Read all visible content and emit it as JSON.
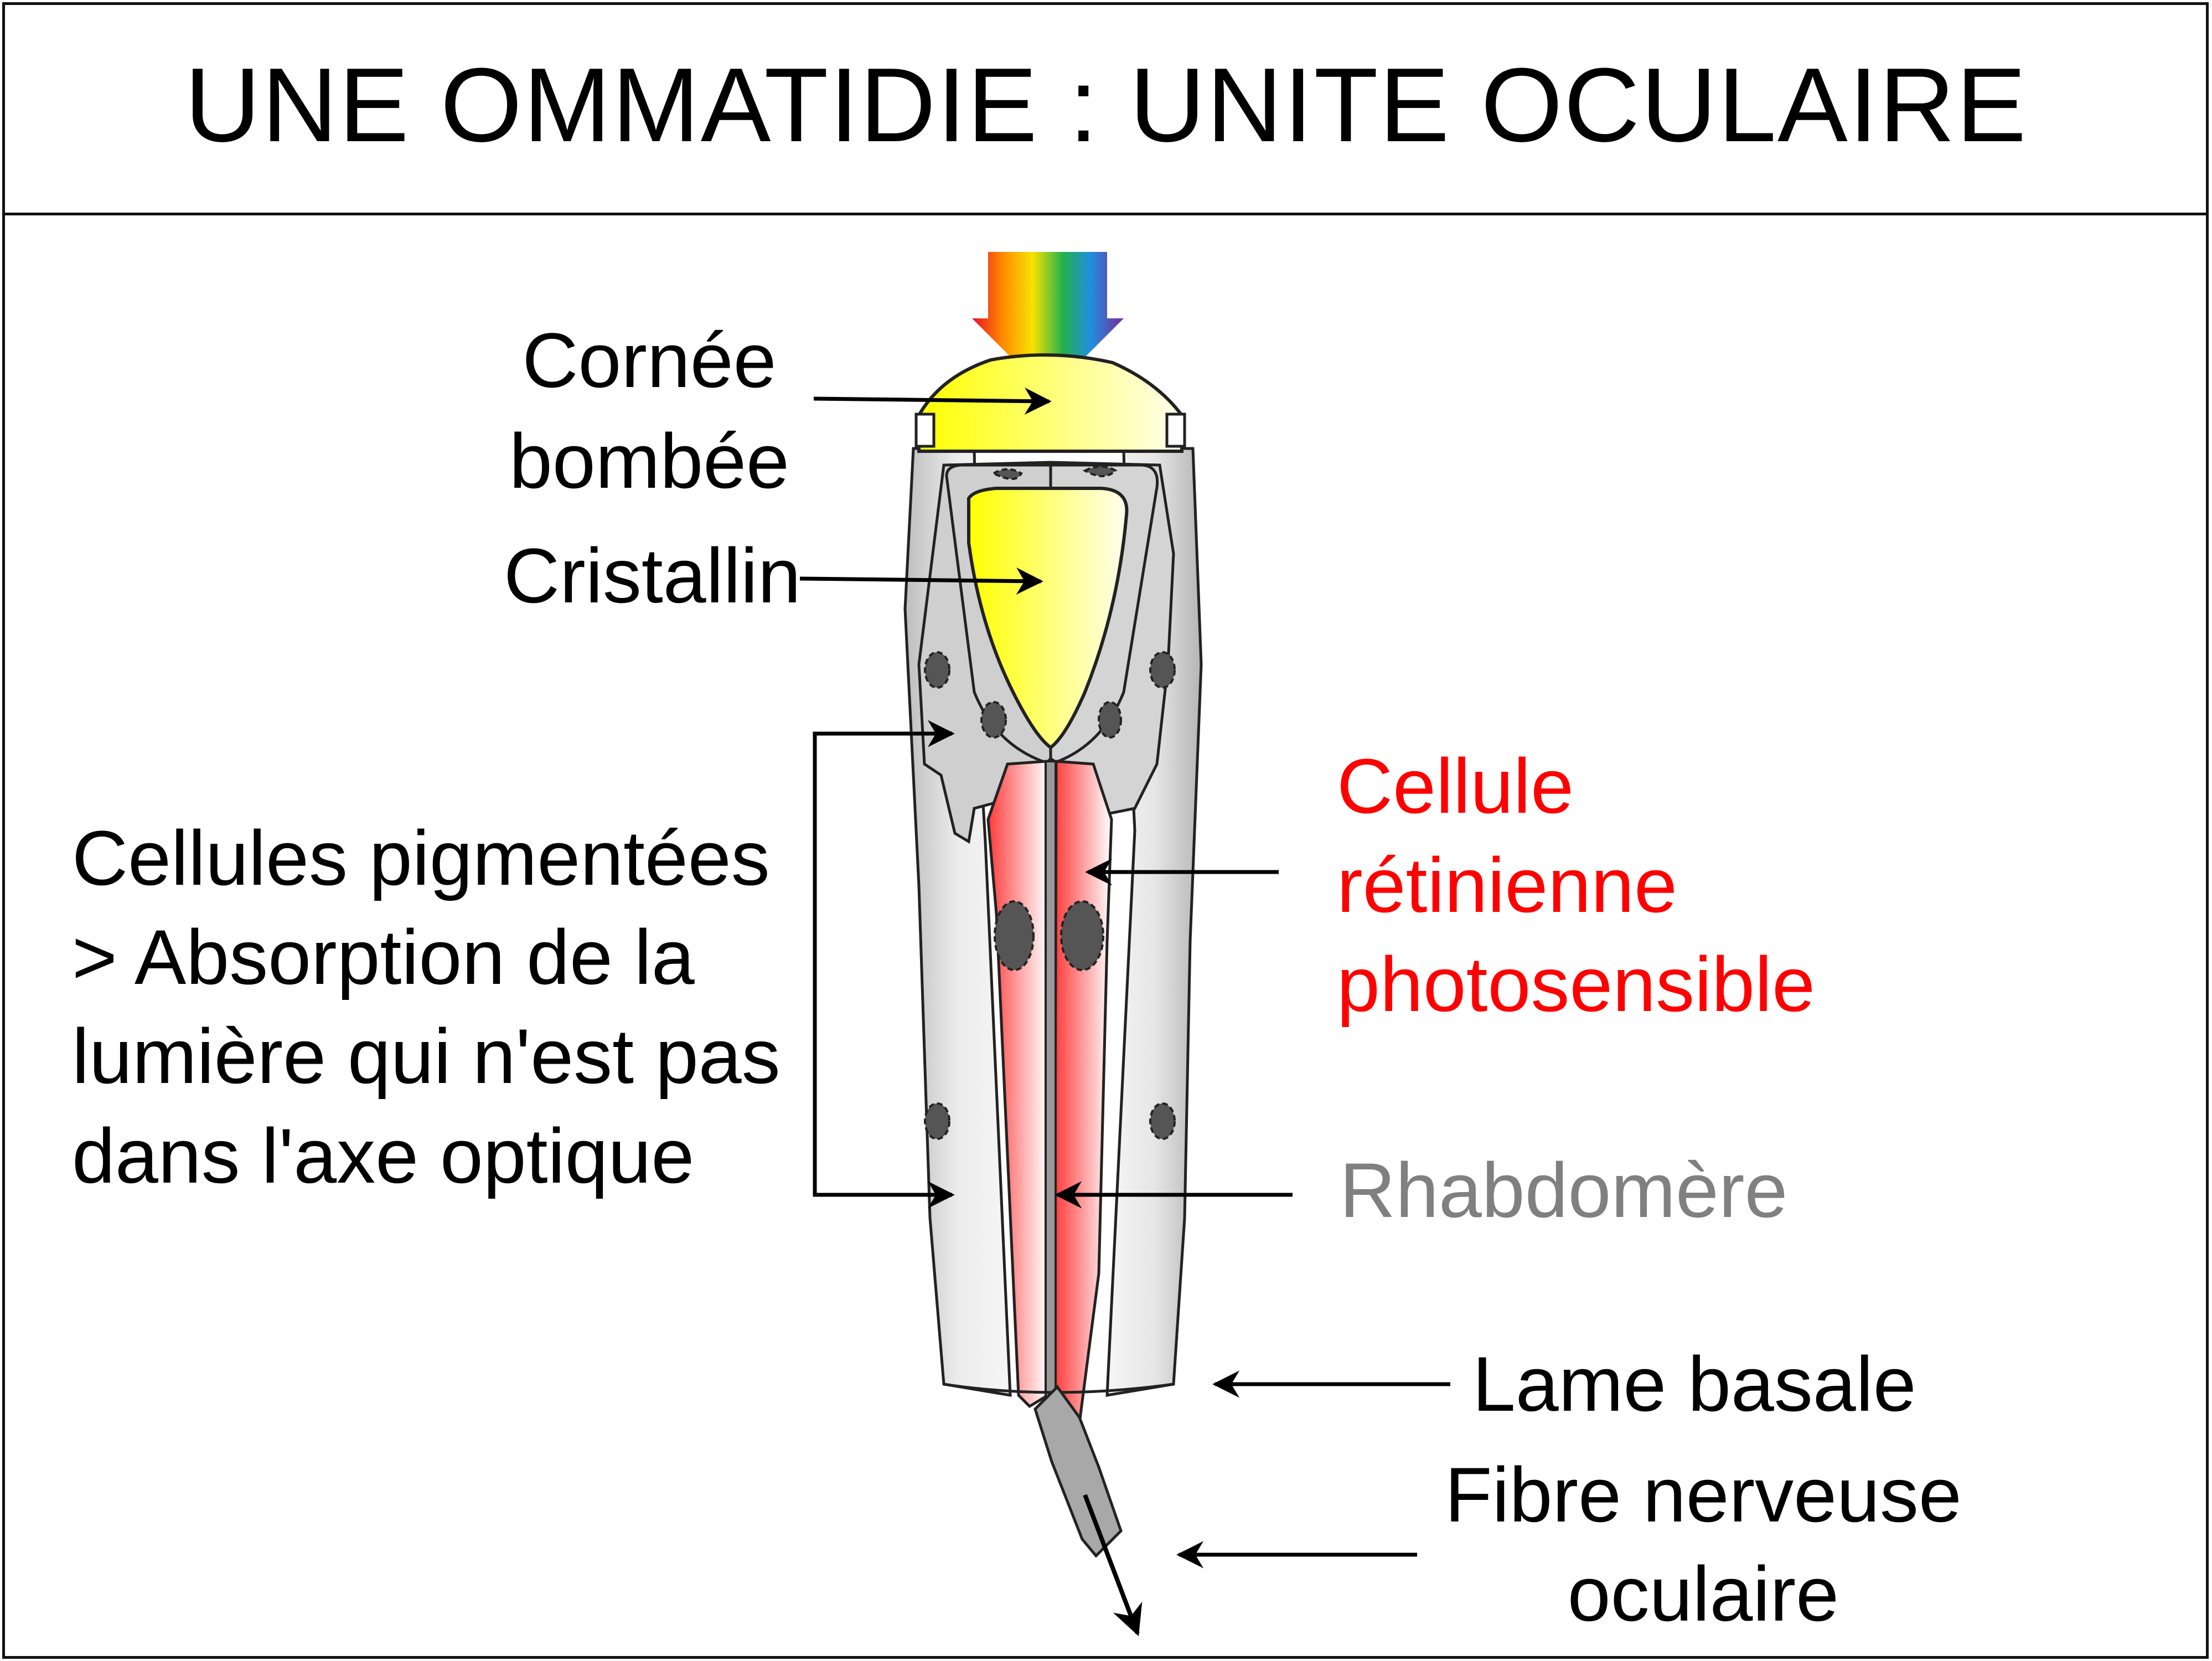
{
  "title": "UNE OMMATIDIE : UNITE OCULAIRE",
  "labels": {
    "cornea": [
      "Cornée",
      "bombée"
    ],
    "crystalline": "Cristallin",
    "pigment_cells": [
      "Cellules pigmentées",
      "> Absorption de la",
      "lumière qui n'est pas",
      "dans l'axe optique"
    ],
    "retinal_cell": [
      "Cellule",
      "rétinienne",
      "photosensible"
    ],
    "rhabdomere": "Rhabdomère",
    "basal_lamina": "Lame basale",
    "nerve_fiber": [
      "Fibre nerveuse",
      "oculaire"
    ]
  },
  "colors": {
    "retinal_label": "#ff0000",
    "rhabdomere_label": "#808080",
    "default_label": "#000000"
  }
}
